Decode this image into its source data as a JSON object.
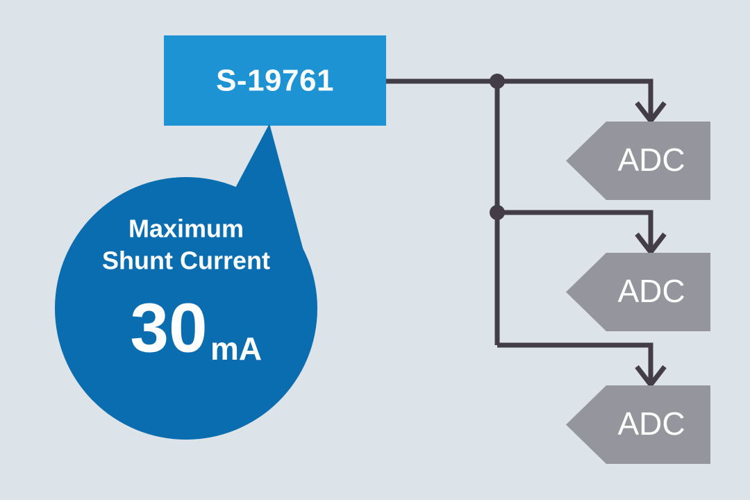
{
  "diagram": {
    "background_color": "#dce4e9",
    "chip": {
      "label": "S-19761",
      "fill_color": "#1e93d3",
      "text_color": "#ffffff"
    },
    "callout": {
      "fill_color": "#0a6db0",
      "text_color": "#ffffff",
      "line1": "Maximum",
      "line2": "Shunt Current",
      "value": "30",
      "unit": "mA"
    },
    "connections": {
      "line_color": "#423d47",
      "junction_icon": "junction-dot",
      "arrow_icon": "arrow-down-icon",
      "junction_count": 2,
      "branch_count": 3
    },
    "blocks": [
      {
        "label": "ADC",
        "fill_color": "#95959e",
        "text_color": "#ffffff"
      },
      {
        "label": "ADC",
        "fill_color": "#95959e",
        "text_color": "#ffffff"
      },
      {
        "label": "ADC",
        "fill_color": "#95959e",
        "text_color": "#ffffff"
      }
    ]
  }
}
